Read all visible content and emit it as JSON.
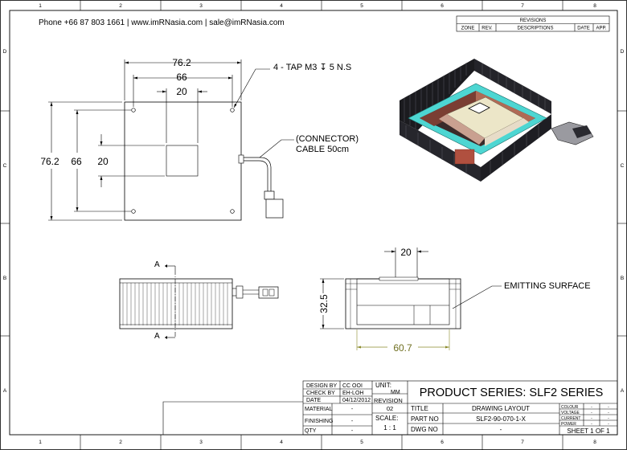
{
  "header": {
    "contact": "Phone +66 87 803 1661 | www.imRNasia.com | sale@imRNasia.com"
  },
  "frame": {
    "columns": [
      "1",
      "2",
      "3",
      "4",
      "5",
      "6",
      "7",
      "8"
    ],
    "rows": [
      "D",
      "C",
      "B",
      "A"
    ]
  },
  "revisions": {
    "title": "REVISIONS",
    "columns": [
      "ZONE",
      "REV.",
      "DESCRIPTIONS",
      "DATE",
      "APP."
    ]
  },
  "top_view": {
    "width_overall": "76.2",
    "width_holes": "66",
    "width_center": "20",
    "height_overall": "76.2",
    "height_holes": "66",
    "height_center": "20",
    "tap_note": "4 - TAP M3 ↧ 5 N.S",
    "connector_note_1": "(CONNECTOR)",
    "connector_note_2": "CABLE 50cm"
  },
  "side_view": {
    "section_label": "A"
  },
  "front_view": {
    "top_dim": "20",
    "height_dim": "32.5",
    "width_dim": "60.7",
    "emitting_label": "EMITTING SURFACE"
  },
  "iso_view": {
    "colors": {
      "ring": "#4dd6d2",
      "heatsink": "#1b1b1f",
      "face": "#ece6c8",
      "inner": "#b06a55"
    }
  },
  "title_block": {
    "design_by_label": "DESIGN BY",
    "design_by": "CC OOI",
    "check_by_label": "CHECK BY",
    "check_by": "EH-LOH",
    "date_label": "DATE",
    "date": "04/12/2012",
    "unit_label": "UNIT:",
    "unit": "MM",
    "revision_label": "REVISION",
    "revision": "02",
    "scale_label": "SCALE:",
    "scale": "1 : 1",
    "material_label": "MATERIAL",
    "material": "-",
    "finishing_label": "FINISHING",
    "finishing": "-",
    "qty_label": "QTY",
    "qty": "-",
    "product_series": "PRODUCT SERIES: SLF2  SERIES",
    "title_label": "TITLE",
    "title": "DRAWING LAYOUT",
    "part_no_label": "PART NO",
    "part_no": "SLF2-90-070-1-X",
    "dwg_no_label": "DWG NO",
    "dwg_no": "-",
    "spec_rows": [
      {
        "label": "COLOUR",
        "a": "-",
        "b": "-"
      },
      {
        "label": "VOLTAGE",
        "a": "-",
        "b": "-"
      },
      {
        "label": "CURRENT",
        "a": "-",
        "b": "-"
      },
      {
        "label": "POWER",
        "a": "-",
        "b": "-"
      }
    ],
    "sheet": "SHEET 1 OF 1"
  }
}
